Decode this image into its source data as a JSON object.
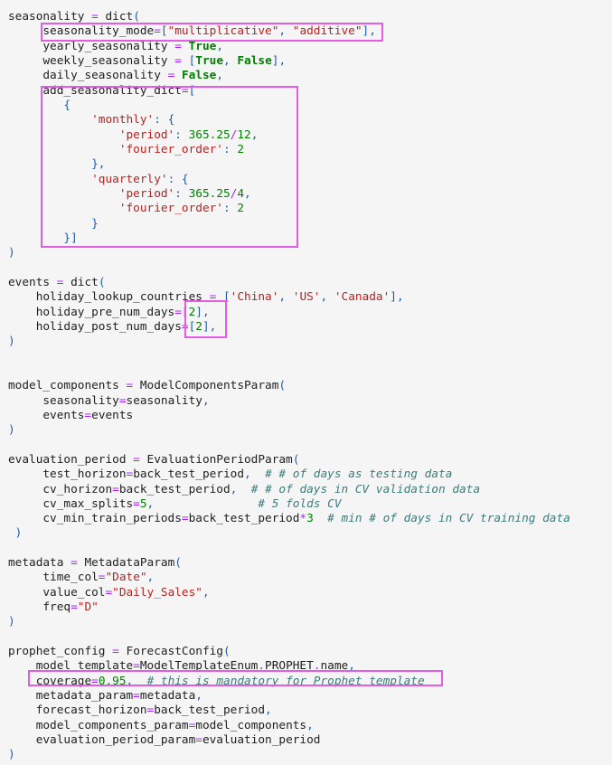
{
  "code_lines": [
    [
      [
        "n",
        "seasonality "
      ],
      [
        "o",
        "="
      ],
      [
        "n",
        " dict"
      ],
      [
        "p",
        "("
      ]
    ],
    [
      [
        "n",
        "     seasonality_mode"
      ],
      [
        "o",
        "="
      ],
      [
        "p",
        "["
      ],
      [
        "s",
        "\"multiplicative\""
      ],
      [
        "p",
        ", "
      ],
      [
        "s",
        "\"additive\""
      ],
      [
        "p",
        "],"
      ]
    ],
    [
      [
        "n",
        "     yearly_seasonality "
      ],
      [
        "o",
        "="
      ],
      [
        "n",
        " "
      ],
      [
        "k",
        "True"
      ],
      [
        "p",
        ","
      ]
    ],
    [
      [
        "n",
        "     weekly_seasonality "
      ],
      [
        "o",
        "="
      ],
      [
        "n",
        " "
      ],
      [
        "p",
        "["
      ],
      [
        "k",
        "True"
      ],
      [
        "p",
        ", "
      ],
      [
        "k",
        "False"
      ],
      [
        "p",
        "],"
      ]
    ],
    [
      [
        "n",
        "     daily_seasonality "
      ],
      [
        "o",
        "="
      ],
      [
        "n",
        " "
      ],
      [
        "k",
        "False"
      ],
      [
        "p",
        ","
      ]
    ],
    [
      [
        "n",
        "     add_seasonality_dict"
      ],
      [
        "o",
        "="
      ],
      [
        "p",
        "["
      ]
    ],
    [
      [
        "p",
        "        {"
      ]
    ],
    [
      [
        "n",
        "            "
      ],
      [
        "s",
        "'monthly'"
      ],
      [
        "p",
        ": {"
      ]
    ],
    [
      [
        "n",
        "                "
      ],
      [
        "s",
        "'period'"
      ],
      [
        "p",
        ": "
      ],
      [
        "m",
        "365.25"
      ],
      [
        "o",
        "/"
      ],
      [
        "m",
        "12"
      ],
      [
        "p",
        ","
      ]
    ],
    [
      [
        "n",
        "                "
      ],
      [
        "s",
        "'fourier_order'"
      ],
      [
        "p",
        ": "
      ],
      [
        "m",
        "2"
      ]
    ],
    [
      [
        "p",
        "            },"
      ]
    ],
    [
      [
        "n",
        "            "
      ],
      [
        "s",
        "'quarterly'"
      ],
      [
        "p",
        ": {"
      ]
    ],
    [
      [
        "n",
        "                "
      ],
      [
        "s",
        "'period'"
      ],
      [
        "p",
        ": "
      ],
      [
        "m",
        "365.25"
      ],
      [
        "o",
        "/"
      ],
      [
        "m",
        "4"
      ],
      [
        "p",
        ","
      ]
    ],
    [
      [
        "n",
        "                "
      ],
      [
        "s",
        "'fourier_order'"
      ],
      [
        "p",
        ": "
      ],
      [
        "m",
        "2"
      ]
    ],
    [
      [
        "p",
        "            }"
      ]
    ],
    [
      [
        "p",
        "        }]"
      ]
    ],
    [
      [
        "p",
        ")"
      ]
    ],
    [],
    [
      [
        "n",
        "events "
      ],
      [
        "o",
        "="
      ],
      [
        "n",
        " dict"
      ],
      [
        "p",
        "("
      ]
    ],
    [
      [
        "n",
        "    holiday_lookup_countries "
      ],
      [
        "o",
        "="
      ],
      [
        "n",
        " "
      ],
      [
        "p",
        "["
      ],
      [
        "s",
        "'China'"
      ],
      [
        "p",
        ", "
      ],
      [
        "s",
        "'US'"
      ],
      [
        "p",
        ", "
      ],
      [
        "s",
        "'Canada'"
      ],
      [
        "p",
        "],"
      ]
    ],
    [
      [
        "n",
        "    holiday_pre_num_days"
      ],
      [
        "o",
        "="
      ],
      [
        "p",
        "["
      ],
      [
        "m",
        "2"
      ],
      [
        "p",
        "],"
      ]
    ],
    [
      [
        "n",
        "    holiday_post_num_days"
      ],
      [
        "o",
        "="
      ],
      [
        "p",
        "["
      ],
      [
        "m",
        "2"
      ],
      [
        "p",
        "],"
      ]
    ],
    [
      [
        "p",
        ")"
      ]
    ],
    [],
    [],
    [
      [
        "n",
        "model_components "
      ],
      [
        "o",
        "="
      ],
      [
        "n",
        " ModelComponentsParam"
      ],
      [
        "p",
        "("
      ]
    ],
    [
      [
        "n",
        "     seasonality"
      ],
      [
        "o",
        "="
      ],
      [
        "n",
        "seasonality"
      ],
      [
        "p",
        ","
      ]
    ],
    [
      [
        "n",
        "     events"
      ],
      [
        "o",
        "="
      ],
      [
        "n",
        "events"
      ]
    ],
    [
      [
        "p",
        ")"
      ]
    ],
    [],
    [
      [
        "n",
        "evaluation_period "
      ],
      [
        "o",
        "="
      ],
      [
        "n",
        " EvaluationPeriodParam"
      ],
      [
        "p",
        "("
      ]
    ],
    [
      [
        "n",
        "     test_horizon"
      ],
      [
        "o",
        "="
      ],
      [
        "n",
        "back_test_period"
      ],
      [
        "p",
        ","
      ],
      [
        "n",
        "  "
      ],
      [
        "c",
        "# # of days as testing data"
      ]
    ],
    [
      [
        "n",
        "     cv_horizon"
      ],
      [
        "o",
        "="
      ],
      [
        "n",
        "back_test_period"
      ],
      [
        "p",
        ","
      ],
      [
        "n",
        "  "
      ],
      [
        "c",
        "# # of days in CV validation data"
      ]
    ],
    [
      [
        "n",
        "     cv_max_splits"
      ],
      [
        "o",
        "="
      ],
      [
        "m",
        "5"
      ],
      [
        "p",
        ","
      ],
      [
        "n",
        "               "
      ],
      [
        "c",
        "# 5 folds CV"
      ]
    ],
    [
      [
        "n",
        "     cv_min_train_periods"
      ],
      [
        "o",
        "="
      ],
      [
        "n",
        "back_test_period"
      ],
      [
        "o",
        "*"
      ],
      [
        "m",
        "3"
      ],
      [
        "n",
        "  "
      ],
      [
        "c",
        "# min # of days in CV training data"
      ]
    ],
    [
      [
        "p",
        " )"
      ]
    ],
    [],
    [
      [
        "n",
        "metadata "
      ],
      [
        "o",
        "="
      ],
      [
        "n",
        " MetadataParam"
      ],
      [
        "p",
        "("
      ]
    ],
    [
      [
        "n",
        "     time_col"
      ],
      [
        "o",
        "="
      ],
      [
        "s",
        "\"Date\""
      ],
      [
        "p",
        ","
      ]
    ],
    [
      [
        "n",
        "     value_col"
      ],
      [
        "o",
        "="
      ],
      [
        "s",
        "\"Daily_Sales\""
      ],
      [
        "p",
        ","
      ]
    ],
    [
      [
        "n",
        "     freq"
      ],
      [
        "o",
        "="
      ],
      [
        "s",
        "\"D\""
      ]
    ],
    [
      [
        "p",
        ")"
      ]
    ],
    [],
    [
      [
        "n",
        "prophet_config "
      ],
      [
        "o",
        "="
      ],
      [
        "n",
        " ForecastConfig"
      ],
      [
        "p",
        "("
      ]
    ],
    [
      [
        "n",
        "    model_template"
      ],
      [
        "o",
        "="
      ],
      [
        "n",
        "ModelTemplateEnum"
      ],
      [
        "o",
        "."
      ],
      [
        "n",
        "PROPHET"
      ],
      [
        "o",
        "."
      ],
      [
        "n",
        "name"
      ],
      [
        "p",
        ","
      ]
    ],
    [
      [
        "n",
        "    coverage"
      ],
      [
        "o",
        "="
      ],
      [
        "m",
        "0.95"
      ],
      [
        "p",
        ","
      ],
      [
        "n",
        "  "
      ],
      [
        "c",
        "# this is mandatory for Prophet template"
      ]
    ],
    [
      [
        "n",
        "    metadata_param"
      ],
      [
        "o",
        "="
      ],
      [
        "n",
        "metadata"
      ],
      [
        "p",
        ","
      ]
    ],
    [
      [
        "n",
        "    forecast_horizon"
      ],
      [
        "o",
        "="
      ],
      [
        "n",
        "back_test_period"
      ],
      [
        "p",
        ","
      ]
    ],
    [
      [
        "n",
        "    model_components_param"
      ],
      [
        "o",
        "="
      ],
      [
        "n",
        "model_components"
      ],
      [
        "p",
        ","
      ]
    ],
    [
      [
        "n",
        "    evaluation_period_param"
      ],
      [
        "o",
        "="
      ],
      [
        "n",
        "evaluation_period"
      ]
    ],
    [
      [
        "p",
        ")"
      ]
    ]
  ],
  "highlight_color": "#e45be6"
}
